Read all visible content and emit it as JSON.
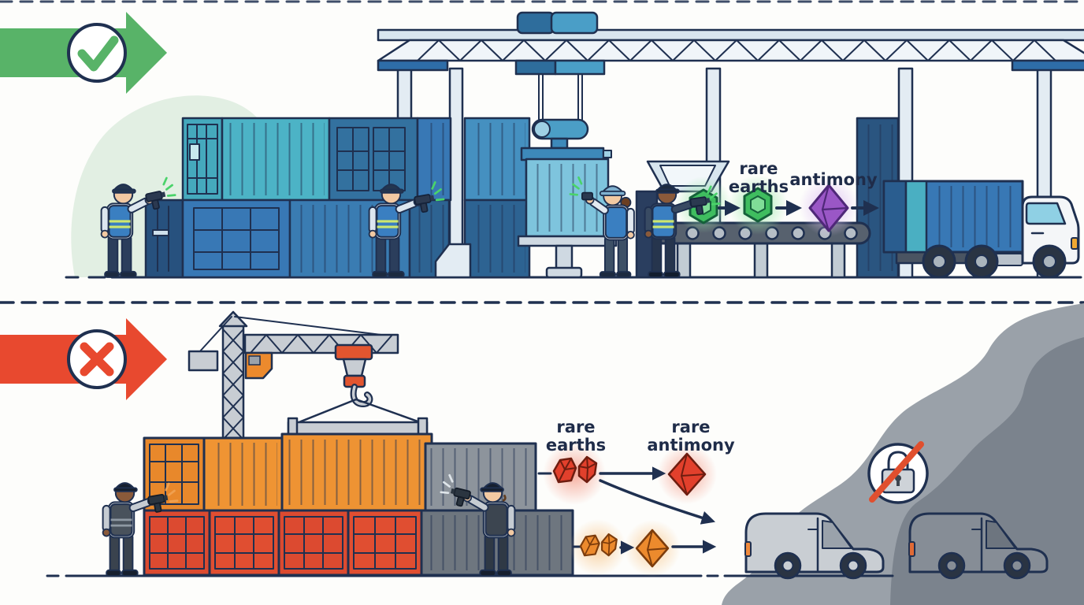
{
  "illustration": {
    "kind": "customs-mineral-export-comparison",
    "top_panel": {
      "verdict": "approved",
      "verdict_icon": "check-icon",
      "verdict_color": "#58b368",
      "scene": "officers scanning blue containers at gantry crane, minerals on conveyor loaded to truck"
    },
    "bottom_panel": {
      "verdict": "rejected",
      "verdict_icon": "x-icon",
      "verdict_color": "#e8492f",
      "blocked_icon": "lock-slash-icon",
      "scene": "officers scanning orange containers at tower crane, minerals diverted to gray vans in smoke"
    }
  },
  "labels": {
    "top_rare_1": "rare",
    "top_rare_2": "earths",
    "top_antimony": "antimony",
    "bot_rare_1": "rare",
    "bot_rare_2": "earths",
    "bot_antimony_1": "rare",
    "bot_antimony_2": "antimony"
  },
  "colors": {
    "approve_green": "#58b368",
    "reject_red": "#e8492f",
    "outline_navy": "#1f3050",
    "rare_earth_green": "#3fbd5f",
    "antimony_purple": "#9a57c6",
    "illicit_red": "#e2402c",
    "illicit_orange": "#ec8a2d",
    "container_blue": "#3878b5",
    "container_teal": "#4cb3c6",
    "container_orange": "#ee9333",
    "container_red": "#dc4a30",
    "smoke_light": "#9aa1a9",
    "smoke_dark": "#7b838d"
  }
}
